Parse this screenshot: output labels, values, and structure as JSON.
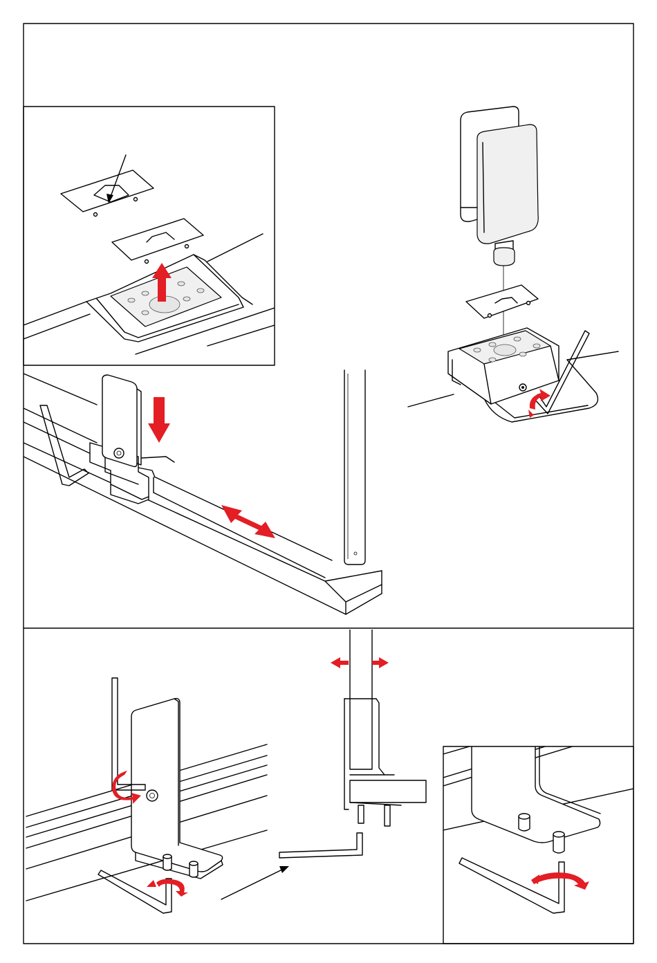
{
  "figure": {
    "type": "assembly-instruction-diagram",
    "panels": [
      "remove-cover-detail",
      "bracket-mount-on-rail",
      "foot-bracket-exploded",
      "lower-hex-key-fastening",
      "side-view-adjustment",
      "bolt-tightening-detail"
    ],
    "colors": {
      "frame": "#000000",
      "arrow": "#e31e24",
      "part_fill": "#f0f0f0",
      "background": "#ffffff"
    },
    "icons": [
      "up-arrow-icon",
      "down-arrow-icon",
      "double-arrow-icon",
      "rotate-arrow-icon",
      "hex-key-icon"
    ]
  }
}
